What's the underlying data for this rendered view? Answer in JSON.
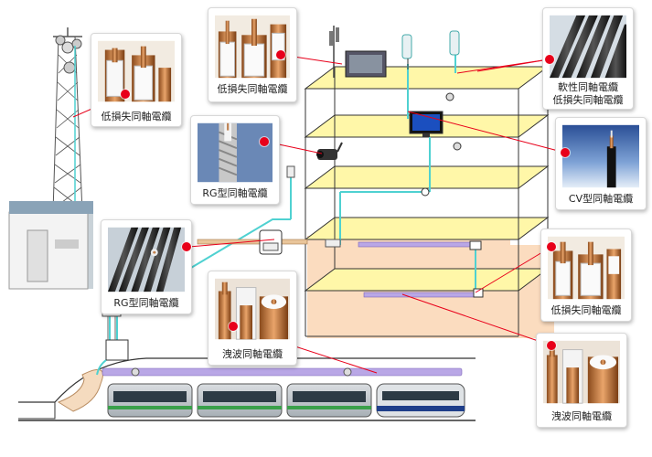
{
  "cards": {
    "tower_top": "低損失同軸電纜",
    "middle_top": "低損失同軸電纜",
    "top_right_line1": "軟性同軸電纜",
    "top_right_line2": "低損失同軸電纜",
    "cv_cable": "CV型同軸電纜",
    "rg_mid": "RG型同軸電纜",
    "rg_left": "RG型同軸電纜",
    "leaky_mid": "洩波同軸電纜",
    "low_loss_right": "低損失同軸電纜",
    "leaky_right": "洩波同軸電纜"
  },
  "colors": {
    "floor": "#fff7a8",
    "cable_cyan": "#4fd1d1",
    "leaky_purple": "#b9a7e6",
    "callout_red": "#e8001a",
    "basement": "#fbdcbf"
  }
}
